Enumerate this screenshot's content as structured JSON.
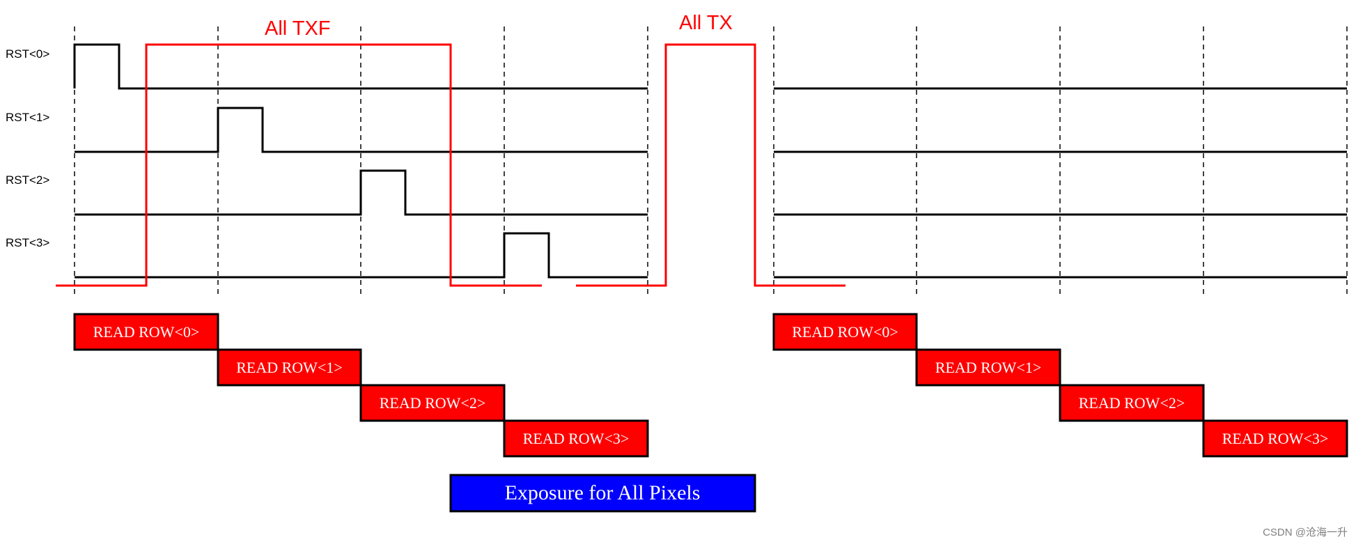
{
  "signals": [
    {
      "label": "RST<0>",
      "pulse_col": 0
    },
    {
      "label": "RST<1>",
      "pulse_col": 1
    },
    {
      "label": "RST<2>",
      "pulse_col": 2
    },
    {
      "label": "RST<3>",
      "pulse_col": 3
    }
  ],
  "global_labels": {
    "all_txf": "All TXF",
    "all_tx": "All TX"
  },
  "read_rows": [
    {
      "label": "READ ROW<0>"
    },
    {
      "label": "READ ROW<1>"
    },
    {
      "label": "READ ROW<2>"
    },
    {
      "label": "READ ROW<3>"
    }
  ],
  "exposure": {
    "label": "Exposure for All Pixels"
  },
  "watermark": "CSDN @沧海一升",
  "colors": {
    "signal": "#000000",
    "global": "#ff0000",
    "read_box": "#ff0000",
    "exposure_box": "#0000ff",
    "grid": "#000000"
  }
}
